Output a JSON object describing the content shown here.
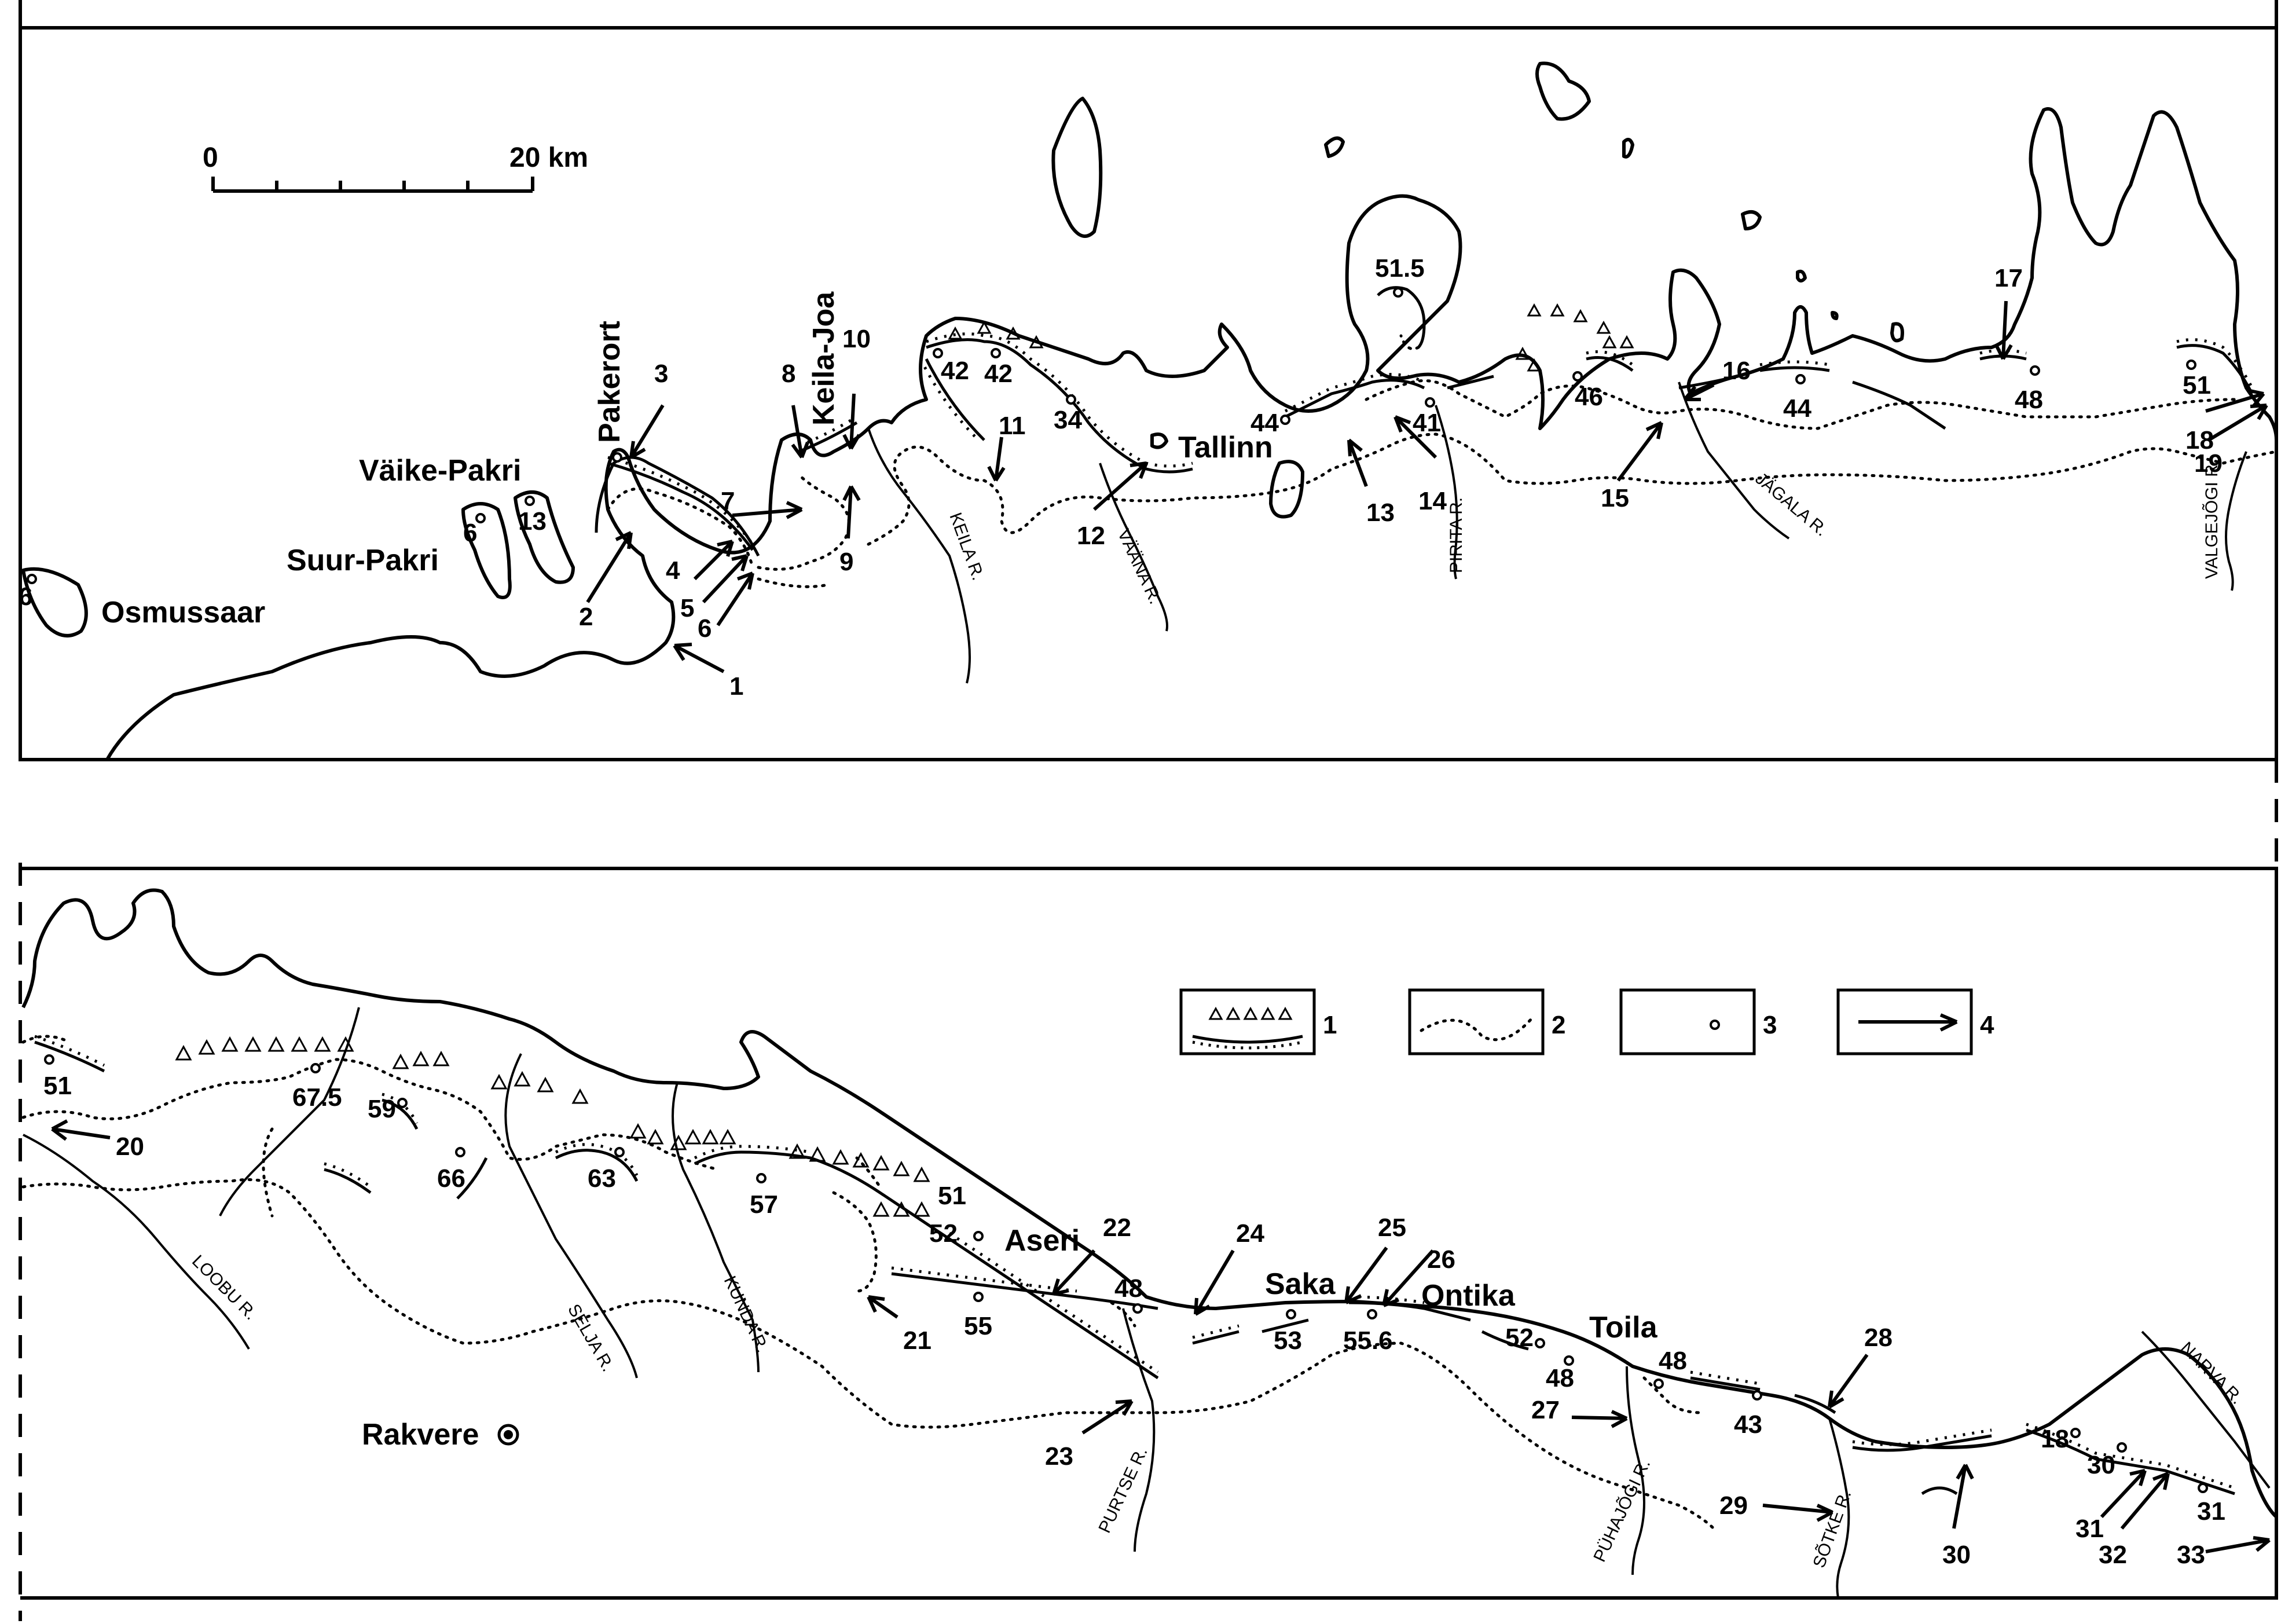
{
  "scale_bar": {
    "start": "0",
    "end": "20 km"
  },
  "places": {
    "osmussaar": "Osmussaar",
    "suur_pakri": "Suur-Pakri",
    "vaike_pakri": "Väike-Pakri",
    "pakerort": "Pakerort",
    "keila_joa": "Keila-Joa",
    "tallinn": "Tallinn",
    "rakvere": "Rakvere",
    "aseri": "Aseri",
    "saka": "Saka",
    "ontika": "Ontika",
    "toila": "Toila"
  },
  "rivers": {
    "keila": "KEILA R.",
    "vaana": "VÄÄNA R.",
    "pirita": "PIRITA R.",
    "jagala": "JÄGALA R.",
    "valgejogi": "VALGEJÕGI R.",
    "loobu": "LOOBU R.",
    "selja": "SELJA R.",
    "kunda": "KUNDA R.",
    "purtse": "PURTSE R.",
    "puhajogi": "PÜHAJÕGI R.",
    "sotke": "SÕTKE R.",
    "narva": "NARVA R."
  },
  "elevations_top": [
    "6",
    "6",
    "13",
    "42",
    "42",
    "34",
    "44",
    "51.5",
    "41",
    "46",
    "44",
    "48",
    "51"
  ],
  "elevations_bottom": [
    "51",
    "67.5",
    "59",
    "66",
    "63",
    "57",
    "51",
    "52",
    "55",
    "48",
    "53",
    "55.6",
    "52",
    "48",
    "48",
    "43",
    "18",
    "30",
    "31"
  ],
  "site_numbers": [
    "1",
    "2",
    "3",
    "4",
    "5",
    "6",
    "7",
    "8",
    "9",
    "10",
    "11",
    "12",
    "13",
    "14",
    "15",
    "16",
    "17",
    "18",
    "19",
    "20",
    "21",
    "22",
    "23",
    "24",
    "25",
    "26",
    "27",
    "28",
    "29",
    "30",
    "31",
    "32",
    "33"
  ],
  "legend": [
    {
      "number": "1",
      "symbol": "klint-with-talus"
    },
    {
      "number": "2",
      "symbol": "dotted-line"
    },
    {
      "number": "3",
      "symbol": "point-circle"
    },
    {
      "number": "4",
      "symbol": "arrow"
    }
  ]
}
